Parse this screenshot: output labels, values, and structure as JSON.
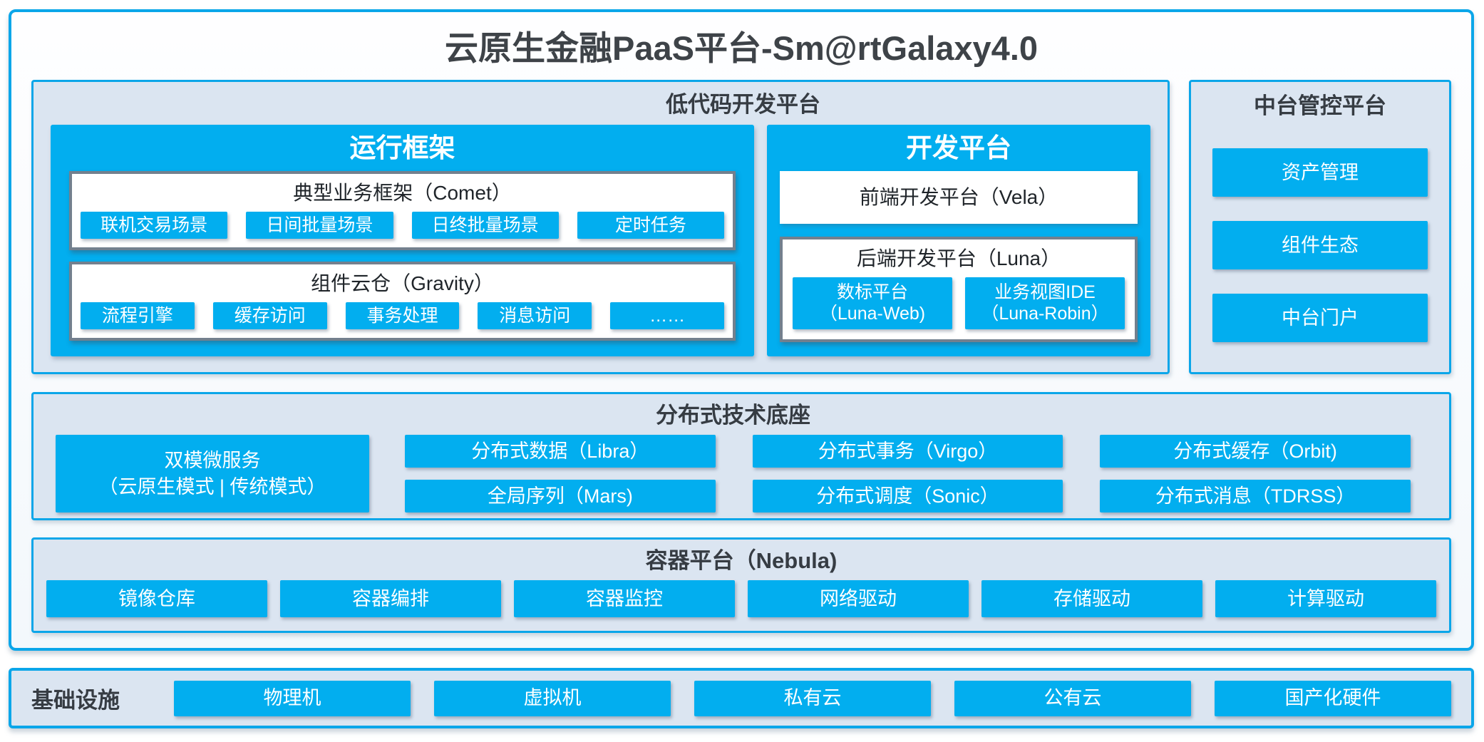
{
  "title": "云原生金融PaaS平台-Sm@rtGalaxy4.0",
  "colors": {
    "accent_blue": "#02AEEF",
    "section_border_blue": "#0BA6E9",
    "section_bg": "#DBE5F1",
    "gray_box_border": "#73808E",
    "dark_text": "#3A4046"
  },
  "low_code": {
    "title": "低代码开发平台",
    "runtime": {
      "title": "运行框架",
      "comet": {
        "title": "典型业务框架（Comet）",
        "items": [
          "联机交易场景",
          "日间批量场景",
          "日终批量场景",
          "定时任务"
        ]
      },
      "gravity": {
        "title": "组件云仓（Gravity）",
        "items": [
          "流程引擎",
          "缓存访问",
          "事务处理",
          "消息访问",
          "……"
        ]
      }
    },
    "dev": {
      "title": "开发平台",
      "vela": "前端开发平台（Vela）",
      "luna": {
        "title": "后端开发平台（Luna）",
        "items": [
          {
            "line1": "数标平台",
            "line2": "（Luna-Web)"
          },
          {
            "line1": "业务视图IDE",
            "line2": "（Luna-Robin）"
          }
        ]
      }
    }
  },
  "mid_platform": {
    "title": "中台管控平台",
    "items": [
      "资产管理",
      "组件生态",
      "中台门户"
    ]
  },
  "distributed": {
    "title": "分布式技术底座",
    "dual_mode": {
      "line1": "双模微服务",
      "line2": "（云原生模式 | 传统模式）"
    },
    "grid": [
      "分布式数据（Libra）",
      "分布式事务（Virgo）",
      "分布式缓存（Orbit)",
      "全局序列（Mars)",
      "分布式调度（Sonic）",
      "分布式消息（TDRSS）"
    ]
  },
  "container_platform": {
    "title": "容器平台（Nebula)",
    "items": [
      "镜像仓库",
      "容器编排",
      "容器监控",
      "网络驱动",
      "存储驱动",
      "计算驱动"
    ]
  },
  "infrastructure": {
    "title": "基础设施",
    "items": [
      "物理机",
      "虚拟机",
      "私有云",
      "公有云",
      "国产化硬件"
    ]
  }
}
